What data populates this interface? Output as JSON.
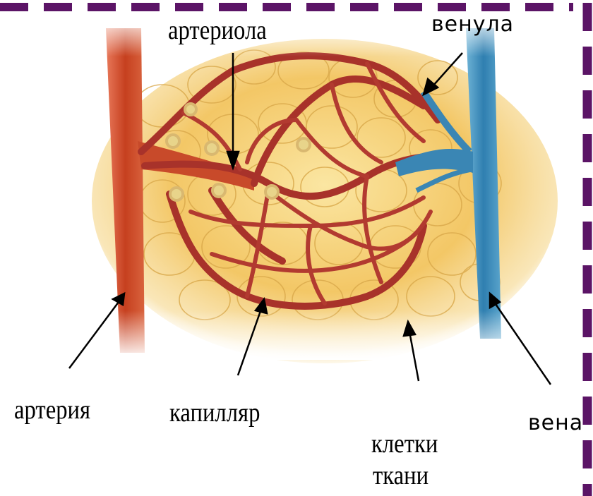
{
  "labels": {
    "arteriola": "артериола",
    "venula": "венула",
    "arteriya": "артерия",
    "kapillyar": "капилляр",
    "kletki_line1": "клетки",
    "kletki_line2": "ткани",
    "vena": "вена"
  },
  "colors": {
    "frame": "#5b1466",
    "tissue": "#f4c86a",
    "cell_outline": "#d9a84a",
    "artery": "#c8402a",
    "capillary": "#b0302a",
    "vein": "#3d8fb8"
  }
}
